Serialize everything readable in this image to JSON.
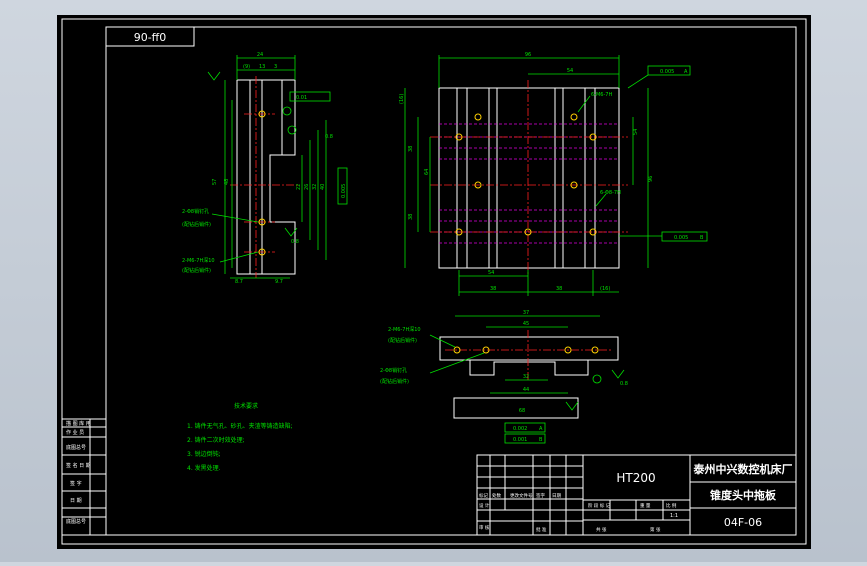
{
  "drawing": {
    "corner_label": "90-ff0",
    "colors": {
      "background": "#000000",
      "outline": "#ffffff",
      "dimension": "#00e000",
      "centerline": "#ff2020",
      "hidden": "#e000e0",
      "hole": "#ffd000"
    }
  },
  "tech_req": {
    "title": "技术要求",
    "items": [
      "1. 铸件无气孔、砂孔、夹渣等铸造缺陷;",
      "2. 铸件二次时效处理;",
      "3. 锐边倒钝;",
      "4. 发黑处理."
    ]
  },
  "left_view": {
    "width_dim": "24",
    "sub_dims": [
      "(9)",
      "13",
      "3"
    ],
    "height_dims": [
      "57",
      "48"
    ],
    "small_dims": [
      "22",
      "26",
      "32",
      "40"
    ],
    "tolerance_label": "0.01",
    "flatness_box": "0.005",
    "bottom_dims": [
      "8.7",
      "9.7"
    ],
    "hole_note_1": "2-Φ8销钉孔",
    "hole_note_1b": "(配钻后销件)",
    "hole_note_2": "2-M6-7H深10",
    "hole_note_2b": "(配钻后销件)",
    "roughness": "0.8",
    "side_label": "0.8"
  },
  "main_view": {
    "top_dim": "96",
    "sub_top_dim": "54",
    "right_top_tol": "0.005",
    "right_top_ref": "A",
    "left_dims": [
      "(16)",
      "38",
      "64",
      "38"
    ],
    "right_dims": [
      "54",
      "96"
    ],
    "hole_note_top": "6-M6-7H",
    "hole_note_right": "6-Φ8-7H",
    "bottom_dims": [
      "54",
      "38",
      "38",
      "(16)"
    ],
    "right_tol": "0.005",
    "right_ref": "B"
  },
  "bottom_view": {
    "top_dims": [
      "37",
      "45"
    ],
    "inner_dim": "32",
    "bottom_dim": "44",
    "base_dim": "68",
    "left_note_1": "2-M6-7H深10",
    "left_note_1b": "(配钻后销件)",
    "left_note_2": "2-Φ8销钉孔",
    "left_note_2b": "(配钻后销件)",
    "tol_1": "0.002",
    "tol_1_ref": "A",
    "tol_2": "0.001",
    "tol_2_ref": "B",
    "roughness": "0.8"
  },
  "left_strip": {
    "rows": [
      "描 图 库 用",
      "作 业 员",
      "底图总号",
      "签 名 日 期",
      "签 字",
      "日 期",
      "底图总号"
    ]
  },
  "title_block": {
    "material": "HT200",
    "company": "泰州中兴数控机床厂",
    "part_name": "锥度头中拖板",
    "drawing_no": "04F-06",
    "scale": "1:1",
    "row_labels": [
      "标记",
      "处数",
      "更改文件号",
      "签字",
      "日期"
    ],
    "design_label": "设 计",
    "check_label": "审 核",
    "approve_label": "批 准",
    "stage_label": "阶 段 标 记",
    "weight_label": "重 量",
    "scale_label": "比 例",
    "sheet_label": "共 张",
    "sheet_of": "第 张"
  }
}
